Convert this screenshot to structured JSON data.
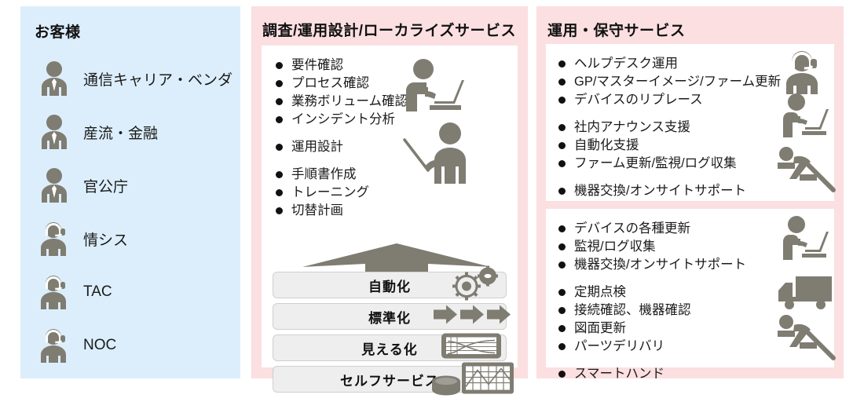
{
  "colors": {
    "customer_panel_bg": "#dceefb",
    "service_panel_bg": "#fbdfe1",
    "card_bg": "#ffffff",
    "icon_gray": "#7f7c72",
    "bar_bg": "#eeeeee",
    "text": "#1a1a1a"
  },
  "customer_panel": {
    "title": "お客様",
    "items": [
      {
        "label": "通信キャリア・ベンダ",
        "icon": "person-suit-icon"
      },
      {
        "label": "産流・金融",
        "icon": "person-suit-icon"
      },
      {
        "label": "官公庁",
        "icon": "person-suit-icon"
      },
      {
        "label": "情シス",
        "icon": "person-headset-icon"
      },
      {
        "label": "TAC",
        "icon": "person-headset-icon"
      },
      {
        "label": "NOC",
        "icon": "person-headset-icon"
      }
    ]
  },
  "design_panel": {
    "title": "調査/運用設計/ローカライズサービス",
    "bullet_groups": [
      {
        "items": [
          "要件確認",
          "プロセス確認",
          "業務ボリューム確認",
          "インシデント分析"
        ]
      },
      {
        "items": [
          "運用設計"
        ]
      },
      {
        "items": [
          "手順書作成",
          "トレーニング",
          "切替計画"
        ]
      }
    ],
    "icons": [
      {
        "name": "person-at-laptop-icon"
      },
      {
        "name": "person-presenter-pointer-icon"
      }
    ],
    "arrow": {
      "name": "up-arrow-icon",
      "direction": "up"
    },
    "maturity_bars": [
      {
        "label": "自動化",
        "icon": "gears-icon"
      },
      {
        "label": "標準化",
        "icon": "three-arrows-icon"
      },
      {
        "label": "見える化",
        "icon": "line-chart-monitor-icon"
      },
      {
        "label": "セルフサービス",
        "icon": "database-grid-chart-icon"
      }
    ]
  },
  "ops_panel": {
    "title": "運用・保守サービス",
    "cards": [
      {
        "bullet_groups": [
          {
            "items": [
              "ヘルプデスク運用",
              "GP/マスターイメージ/ファーム更新",
              "デバイスのリプレース"
            ]
          },
          {
            "items": [
              "社内アナウンス支援",
              "自動化支援",
              "ファーム更新/監視/ログ収集"
            ]
          },
          {
            "items": [
              "機器交換/オンサイトサポート"
            ]
          }
        ],
        "icons": [
          {
            "name": "person-headset-icon"
          },
          {
            "name": "person-at-laptop-icon"
          },
          {
            "name": "person-onsite-worker-icon"
          }
        ]
      },
      {
        "bullet_groups": [
          {
            "items": [
              "デバイスの各種更新",
              "監視/ログ収集",
              "機器交換/オンサイトサポート"
            ]
          },
          {
            "items": [
              "定期点検",
              "接続確認、機器確認",
              "図面更新",
              "パーツデリバリ"
            ]
          },
          {
            "items": [
              "スマートハンド"
            ]
          }
        ],
        "icons": [
          {
            "name": "person-at-laptop-icon"
          },
          {
            "name": "delivery-truck-icon"
          },
          {
            "name": "person-onsite-worker-icon"
          }
        ]
      }
    ]
  }
}
